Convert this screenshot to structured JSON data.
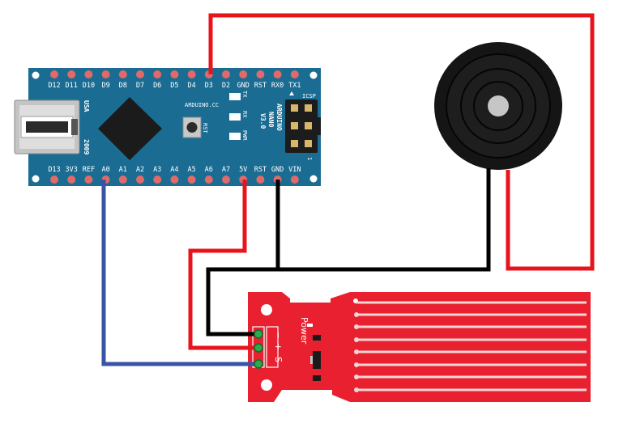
{
  "nano": {
    "top_pins": [
      "D12",
      "D11",
      "D10",
      "D9",
      "D8",
      "D7",
      "D6",
      "D5",
      "D4",
      "D3",
      "D2",
      "GND",
      "RST",
      "RX0",
      "TX1"
    ],
    "bottom_pins": [
      "D13",
      "3V3",
      "REF",
      "A0",
      "A1",
      "A2",
      "A3",
      "A4",
      "A5",
      "A6",
      "A7",
      "5V",
      "RST",
      "GND",
      "VIN"
    ],
    "usa_label": "USA",
    "year_label": "2009",
    "site_label": "ARDUINO.CC",
    "rst_label": "RST",
    "led_labels": [
      "TX",
      "RX",
      "PWR"
    ],
    "name_lines": [
      "ARDUINO",
      "NANO",
      "V3.0"
    ],
    "icsp_label": "ICSP",
    "icsp_mark": "1"
  },
  "sensor": {
    "power_label": "Power",
    "pin_labels": [
      "−",
      "+",
      "S"
    ]
  },
  "colors": {
    "board": "#1a6c93",
    "pad": "#e06a6a",
    "wire_red": "#e8141c",
    "wire_black": "#000000",
    "wire_blue": "#3b53a4",
    "sensor": "#e8202f"
  }
}
